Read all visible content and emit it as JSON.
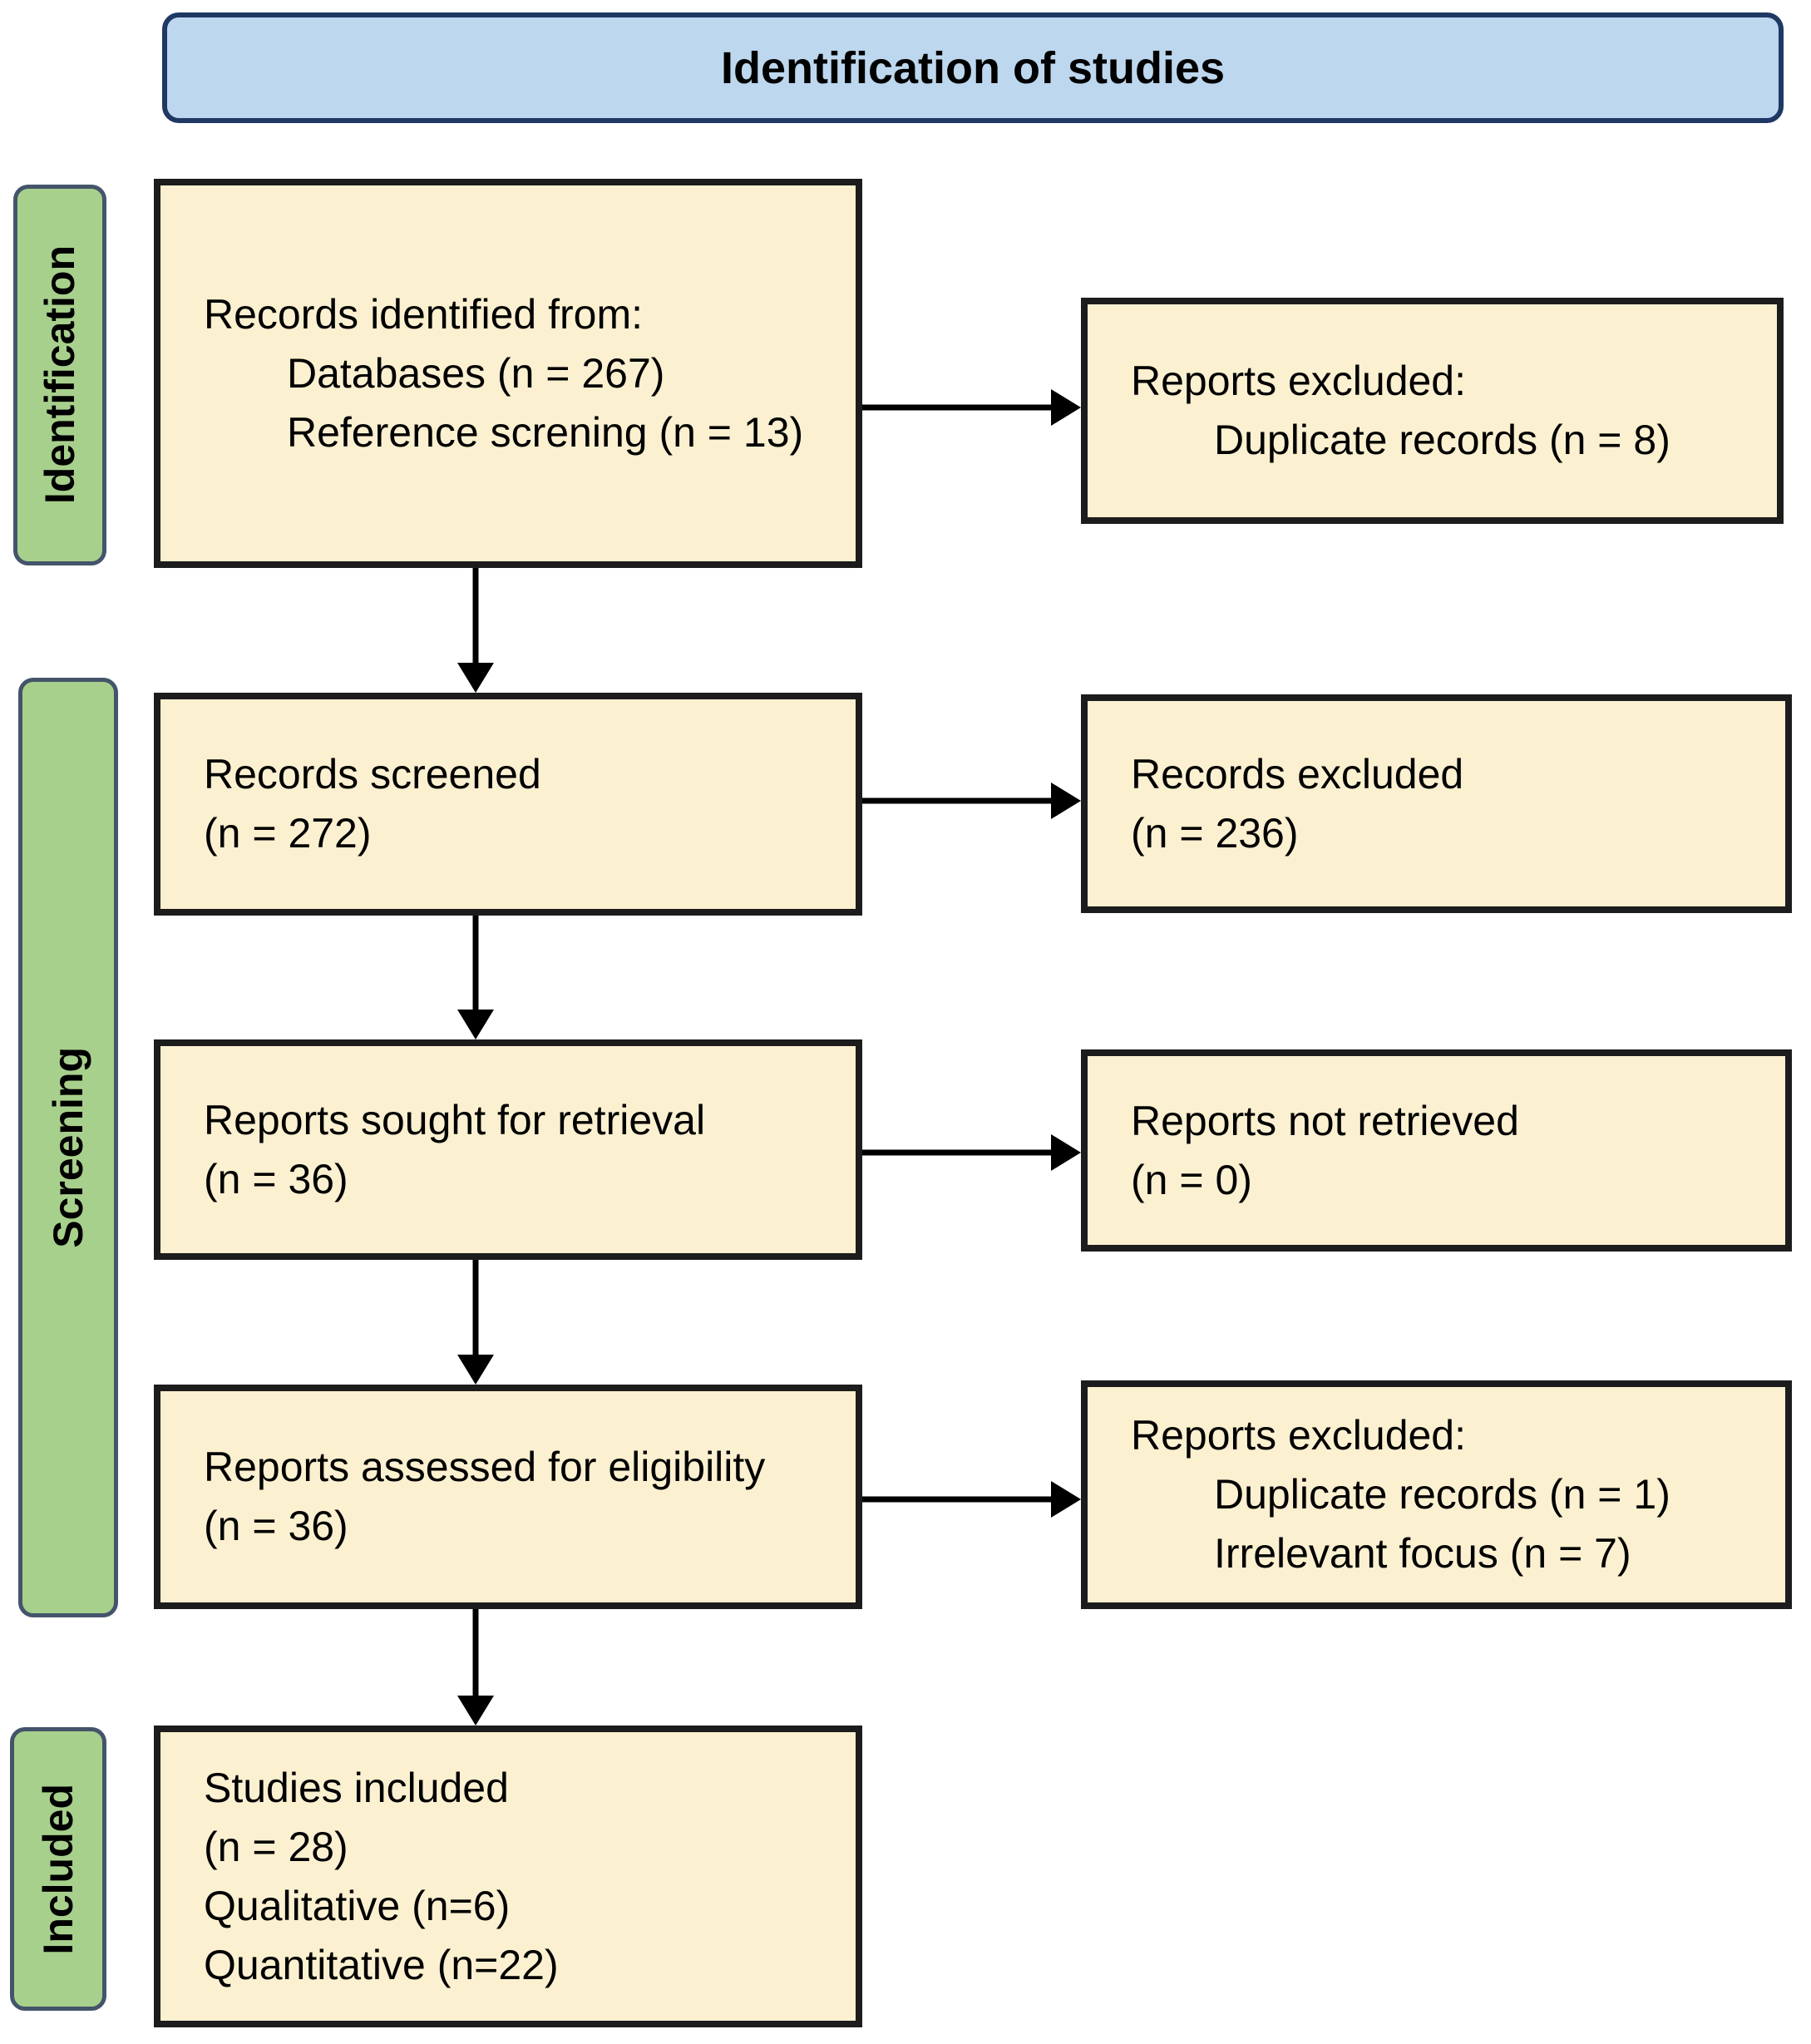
{
  "title": "Identification of studies",
  "stages": {
    "identification": "Identification",
    "screening": "Screening",
    "included": "Included"
  },
  "boxes": {
    "records_identified": {
      "heading": "Records identified from:",
      "item1": "Databases (n = 267)",
      "item2": "Reference screning (n = 13)"
    },
    "reports_excluded_duplicates": {
      "heading": "Reports excluded:",
      "item1": "Duplicate records (n = 8)"
    },
    "records_screened": {
      "line1": "Records screened",
      "line2": "(n = 272)"
    },
    "records_excluded": {
      "line1": "Records excluded",
      "line2": "(n = 236)"
    },
    "reports_sought": {
      "line1": "Reports sought for retrieval",
      "line2": "(n = 36)"
    },
    "reports_not_retrieved": {
      "line1": "Reports not retrieved",
      "line2": "(n = 0)"
    },
    "reports_assessed": {
      "line1": "Reports assessed for eligibility",
      "line2": "(n = 36)"
    },
    "reports_excluded_eligibility": {
      "heading": "Reports excluded:",
      "item1": "Duplicate records (n = 1)",
      "item2": "Irrelevant focus (n = 7)"
    },
    "studies_included": {
      "line1": "Studies included",
      "line2": "(n = 28)",
      "line3": "Qualitative (n=6)",
      "line4": "Quantitative (n=22)"
    }
  },
  "colors": {
    "header_fill": "#BDD7EE",
    "header_border": "#1F3864",
    "stage_fill": "#A8D08D",
    "stage_border": "#44546A",
    "box_fill": "#FBF0D0",
    "box_border": "#1C1C1C",
    "arrow": "#000000",
    "text": "#000000"
  }
}
